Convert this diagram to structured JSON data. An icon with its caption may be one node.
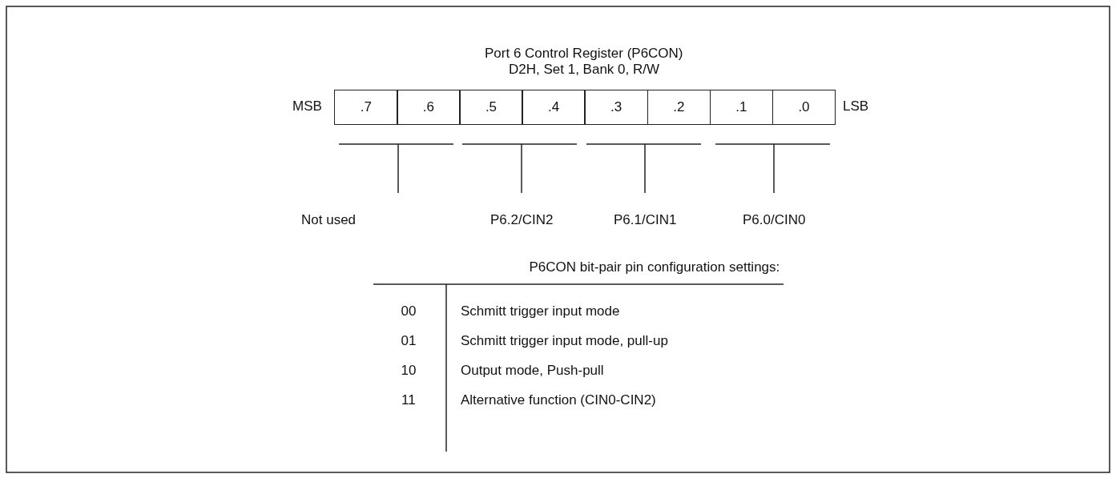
{
  "diagram": {
    "title": "Port 6 Control Register (P6CON)",
    "labels": [
      "D2H, Set 1, Bank 0, R/W",
      "MSB",
      ".7",
      ".6",
      ".5",
      ".4",
      ".3",
      ".2",
      ".1",
      ".0",
      "LSB",
      "Not used",
      "P6.2/CIN2",
      "P6.1/CIN1",
      "P6.0/CIN0",
      "P6CON bit-pair pin configuration settings:",
      "00",
      "Schmitt trigger input mode",
      "01",
      "Schmitt trigger input mode, pull-up",
      "10",
      "Output mode, Push-pull",
      "11",
      "Alternative function (CIN0-CIN2)"
    ]
  }
}
